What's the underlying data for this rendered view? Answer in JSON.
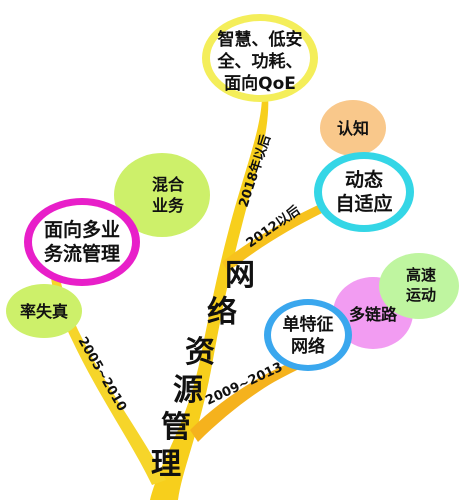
{
  "colors": {
    "branch_yellow": "#f7d21c",
    "branch_orange": "#f5a623",
    "ring_yellow": "#f4ee5a",
    "ring_magenta": "#e81fc9",
    "ring_cyan": "#34d6e6",
    "ring_blue": "#3aa7ee",
    "leaf_green": "#cdf06a",
    "leaf_orange": "#f9c88b",
    "leaf_pink": "#f29cf2",
    "leaf_lightgreen": "#bff5a0"
  },
  "trunk": {
    "chars": [
      "网",
      "络",
      "资",
      "源",
      "管",
      "理"
    ]
  },
  "branches": {
    "b2005": "2005~2010",
    "b2009": "2009~2013",
    "b2012": "2012以后",
    "b2018": "2018年以后"
  },
  "nodes": {
    "top": [
      "智慧、低安",
      "全、功耗、",
      "面向QoE"
    ],
    "renzhi": "认知",
    "dongtai": [
      "动态",
      "自适应"
    ],
    "hunhe": [
      "混合",
      "业务"
    ],
    "mianxiang": [
      "面向多业",
      "务流管理"
    ],
    "shuaishizhen": "率失真",
    "dantezheng": [
      "单特征",
      "网络"
    ],
    "duolianlu": "多链路",
    "gaosu": [
      "高速",
      "运动"
    ]
  }
}
